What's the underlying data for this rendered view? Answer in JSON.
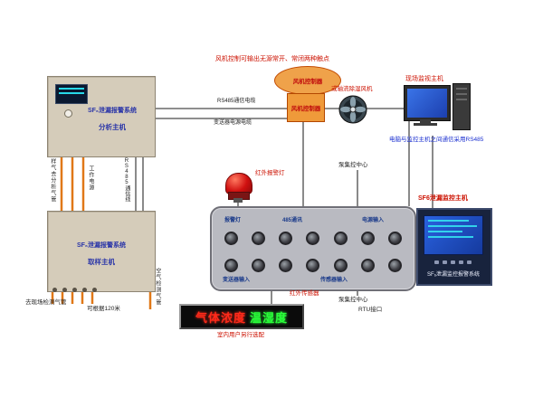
{
  "analysis_host": {
    "title": "SF₆泄漏报警系统",
    "subtitle": "分析主机"
  },
  "sampling_host": {
    "title": "SF₆泄漏报警系统",
    "subtitle": "取样主机"
  },
  "pipes": {
    "sample": "样气去分析气管",
    "power": "工作电源",
    "rs485": "RS485通信线"
  },
  "bottom": {
    "pipe_out": "去现场检测气管",
    "length_note": "可根据120米",
    "pipe_air": "空气检测气管"
  },
  "cables": {
    "rs485": "RS485通信电缆",
    "power": "变送器电源电缆"
  },
  "fan": {
    "annotation": "风机控制可输出无源常开、常闭两种触点",
    "controller": "风机控制器",
    "alt": "或轴流除湿风机"
  },
  "site": {
    "label": "现场监视主机",
    "note": "电脑与监控主机之间通信采用RS485"
  },
  "beacon": {
    "label": "红外报警灯"
  },
  "panel": {
    "top": [
      "报警灯",
      "485通讯",
      "电源输入"
    ],
    "bottom": [
      "变送器输入",
      "传感器输入"
    ],
    "sensor": "红外传感器",
    "pump_top": "泵集控中心",
    "pump_bottom": "泵集控中心",
    "rtu": "RTU接口"
  },
  "host": {
    "label": "SF6泄漏监控主机",
    "caption": "SF₆泄漏监控报警系统"
  },
  "led": {
    "red": "气体浓度",
    "green": "温湿度",
    "note": "室内用户另行选配"
  }
}
